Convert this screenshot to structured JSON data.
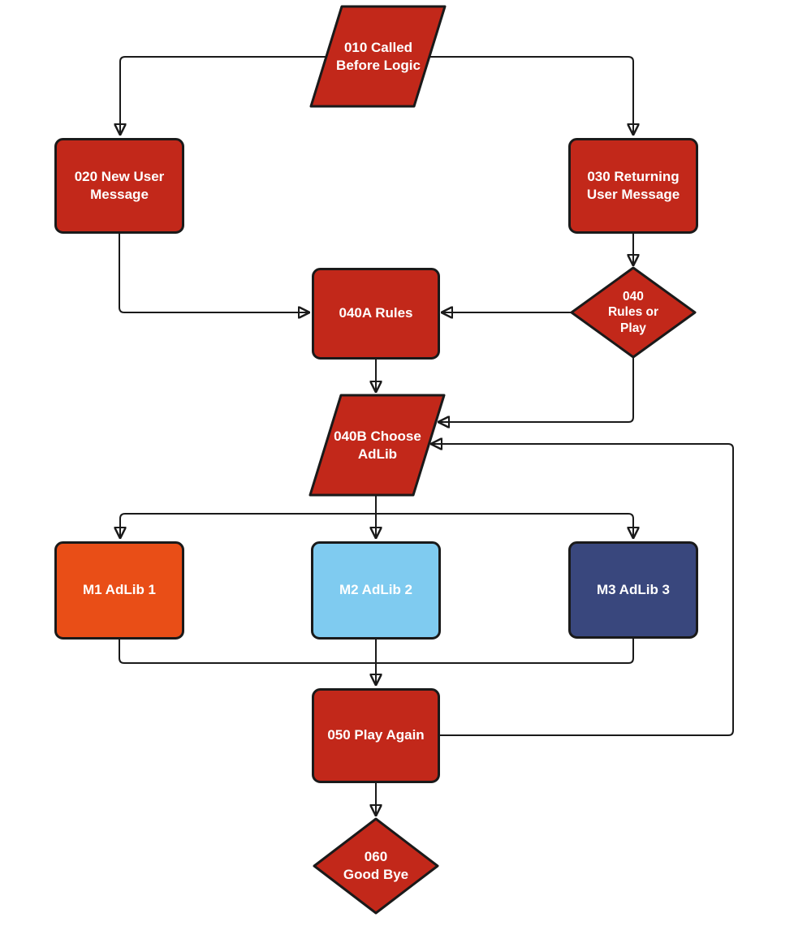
{
  "diagram": {
    "type": "flowchart",
    "colors": {
      "red": "#C2281A",
      "orange": "#E94E17",
      "light_blue": "#7FCBF0",
      "navy": "#39477D",
      "line": "#1A1A1A",
      "text": "#FFFFFF",
      "background": "#FFFFFF"
    },
    "nodes": {
      "n010": {
        "label": "010 Called\nBefore Logic",
        "shape": "parallelogram",
        "color_key": "red"
      },
      "n020": {
        "label": "020 New User\nMessage",
        "shape": "rectangle",
        "color_key": "red"
      },
      "n030": {
        "label": "030 Returning\nUser Message",
        "shape": "rectangle",
        "color_key": "red"
      },
      "n040": {
        "label": "040\nRules or\nPlay",
        "shape": "diamond",
        "color_key": "red"
      },
      "n040a": {
        "label": "040A Rules",
        "shape": "rectangle",
        "color_key": "red"
      },
      "n040b": {
        "label": "040B Choose\nAdLib",
        "shape": "parallelogram",
        "color_key": "red"
      },
      "m1": {
        "label": "M1 AdLib 1",
        "shape": "rectangle",
        "color_key": "orange"
      },
      "m2": {
        "label": "M2 AdLib 2",
        "shape": "rectangle",
        "color_key": "light_blue"
      },
      "m3": {
        "label": "M3 AdLib 3",
        "shape": "rectangle",
        "color_key": "navy"
      },
      "n050": {
        "label": "050 Play Again",
        "shape": "rectangle",
        "color_key": "red"
      },
      "n060": {
        "label": "060\nGood Bye",
        "shape": "diamond",
        "color_key": "red"
      }
    },
    "edges": [
      {
        "from": "010 Called Before Logic",
        "to": "020 New User Message"
      },
      {
        "from": "010 Called Before Logic",
        "to": "030 Returning User Message"
      },
      {
        "from": "020 New User Message",
        "to": "040A Rules"
      },
      {
        "from": "030 Returning User Message",
        "to": "040 Rules or Play"
      },
      {
        "from": "040 Rules or Play",
        "to": "040A Rules"
      },
      {
        "from": "040 Rules or Play",
        "to": "040B Choose AdLib"
      },
      {
        "from": "040A Rules",
        "to": "040B Choose AdLib"
      },
      {
        "from": "040B Choose AdLib",
        "to": "M1 AdLib 1"
      },
      {
        "from": "040B Choose AdLib",
        "to": "M2 AdLib 2"
      },
      {
        "from": "040B Choose AdLib",
        "to": "M3 AdLib 3"
      },
      {
        "from": "M1 AdLib 1",
        "to": "050 Play Again"
      },
      {
        "from": "M2 AdLib 2",
        "to": "050 Play Again"
      },
      {
        "from": "M3 AdLib 3",
        "to": "050 Play Again"
      },
      {
        "from": "050 Play Again",
        "to": "040B Choose AdLib"
      },
      {
        "from": "050 Play Again",
        "to": "060 Good Bye"
      }
    ]
  }
}
